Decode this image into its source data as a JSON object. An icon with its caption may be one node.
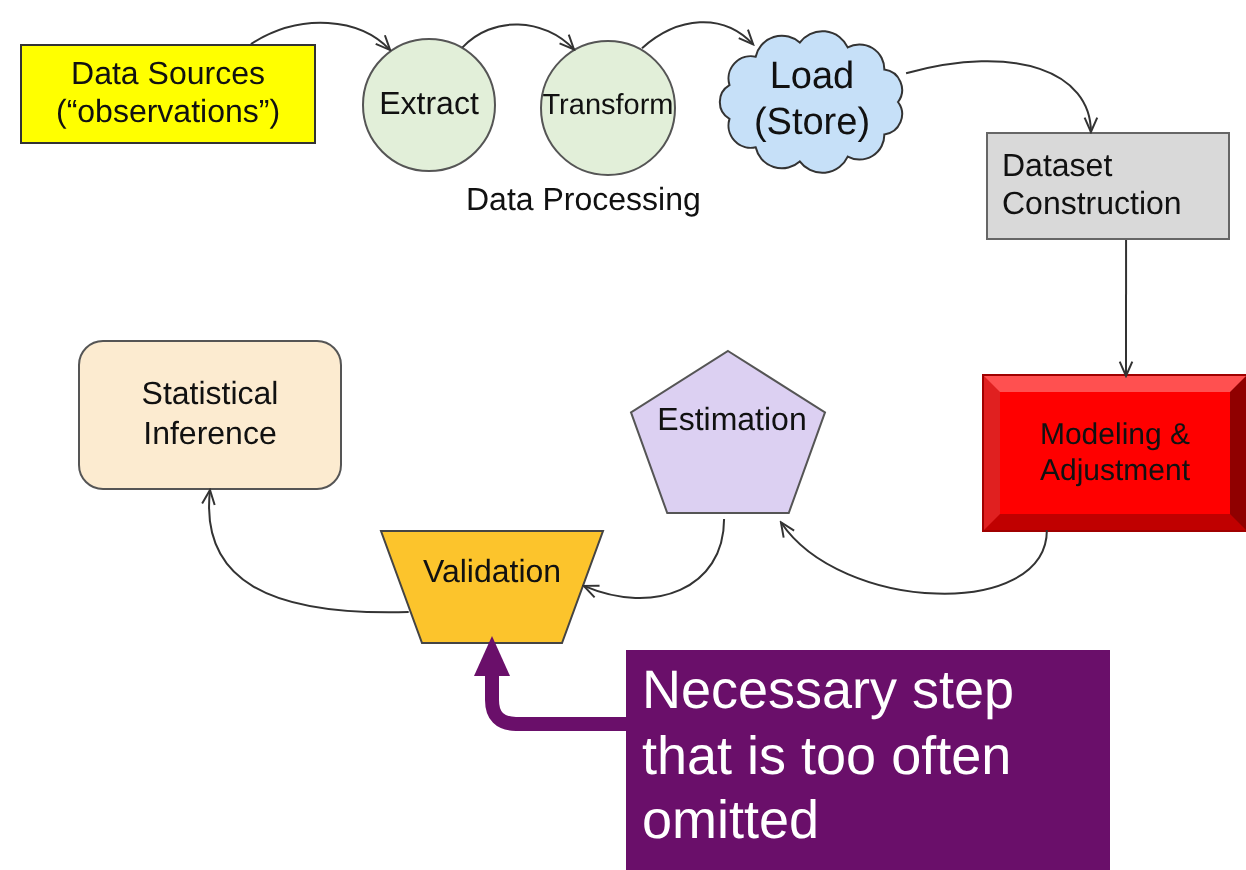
{
  "diagram": {
    "nodes": [
      {
        "text": [
          "Data Sources (“observations”)"
        ]
      },
      {
        "text": [
          "Extract"
        ]
      },
      {
        "text": [
          "Transform"
        ]
      },
      {
        "text": [
          "Load (Store)"
        ]
      },
      {
        "text": [
          "Dataset Construction"
        ]
      },
      {
        "text": [
          "Modeling & Adjustment"
        ]
      },
      {
        "text": [
          "Estimation"
        ]
      },
      {
        "text": [
          "Validation"
        ]
      },
      {
        "text": [
          "Statistical Inference"
        ]
      },
      {
        "text": [
          "Necessary step that is too often omitted"
        ]
      }
    ],
    "edges": [
      {
        "from": 0,
        "to": 1,
        "arrow": "to"
      },
      {
        "from": 1,
        "to": 2,
        "arrow": "to"
      },
      {
        "from": 2,
        "to": 3,
        "arrow": "to"
      },
      {
        "from": 3,
        "to": 4,
        "arrow": "to"
      },
      {
        "from": 4,
        "to": 5,
        "arrow": "to"
      },
      {
        "from": 5,
        "to": 6,
        "arrow": "to"
      },
      {
        "from": 6,
        "to": 7,
        "arrow": "to"
      },
      {
        "from": 7,
        "to": 8,
        "arrow": "to"
      },
      {
        "from": 9,
        "to": 7,
        "arrow": "to",
        "style": "thick",
        "color": "#6a0f6a"
      }
    ],
    "labels": [
      "Data Processing"
    ]
  }
}
